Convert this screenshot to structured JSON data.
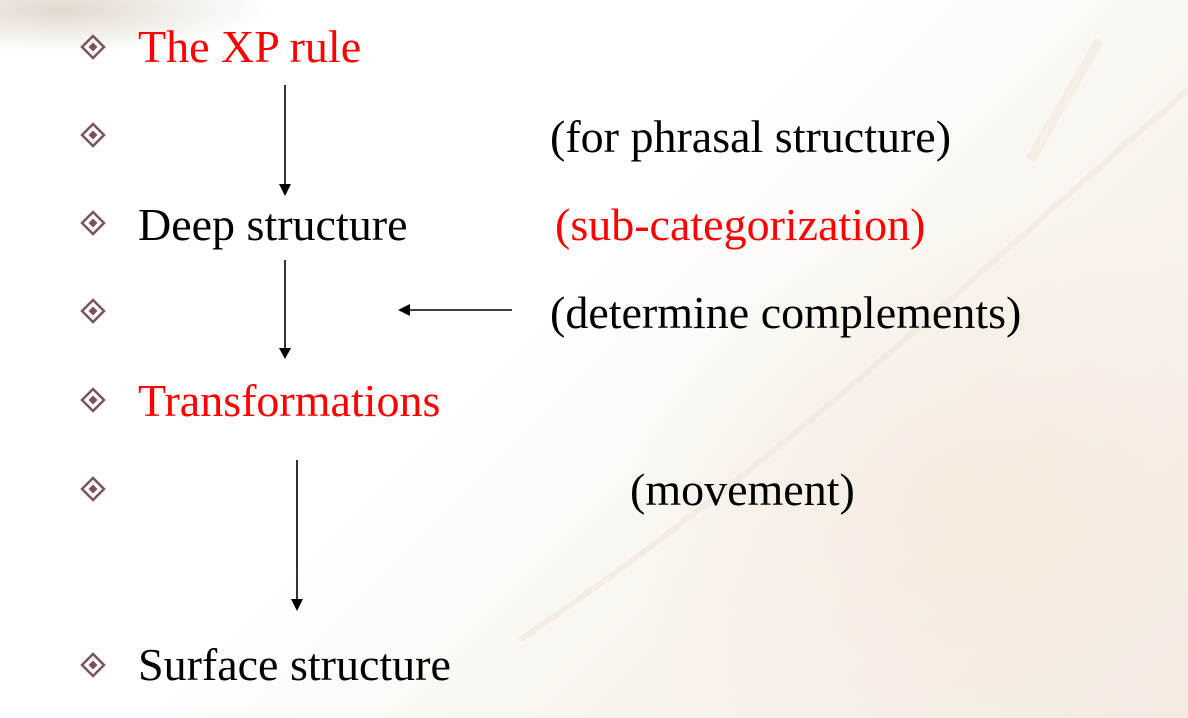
{
  "slide": {
    "bullet_icon": "diamond-bullet-icon",
    "colors": {
      "highlight": "#ff0000",
      "text": "#000000",
      "bullet": "#7a5458"
    },
    "items": [
      {
        "label": "The XP rule",
        "note": ""
      },
      {
        "label": "",
        "note": "(for phrasal structure)"
      },
      {
        "label": "Deep structure",
        "note": "(sub-categorization)"
      },
      {
        "label": "",
        "note": "(determine complements)"
      },
      {
        "label": "Transformations",
        "note": ""
      },
      {
        "label": "",
        "note": "(movement)"
      },
      {
        "label": "Surface structure",
        "note": ""
      }
    ]
  }
}
